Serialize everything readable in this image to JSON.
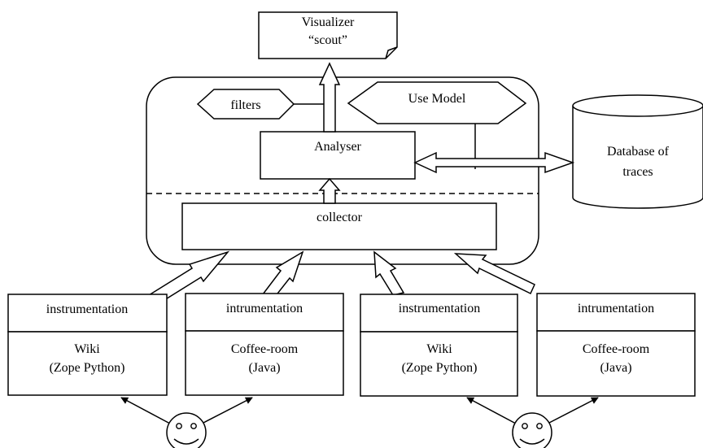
{
  "visualizer": {
    "line1": "Visualizer",
    "line2": "“scout”"
  },
  "filters": "filters",
  "use_model": "Use Model",
  "analyser": "Analyser",
  "collector": "collector",
  "database": {
    "line1": "Database of",
    "line2": "traces"
  },
  "apps": [
    {
      "instrumentation": "instrumentation",
      "name": "Wiki",
      "tech": "(Zope Python)"
    },
    {
      "instrumentation": "intrumentation",
      "name": "Coffee-room",
      "tech": "(Java)"
    },
    {
      "instrumentation": "instrumentation",
      "name": "Wiki",
      "tech": "(Zope Python)"
    },
    {
      "instrumentation": "intrumentation",
      "name": "Coffee-room",
      "tech": "(Java)"
    }
  ],
  "users": [
    {
      "icon": "smiley-face-icon"
    },
    {
      "icon": "smiley-face-icon"
    }
  ]
}
